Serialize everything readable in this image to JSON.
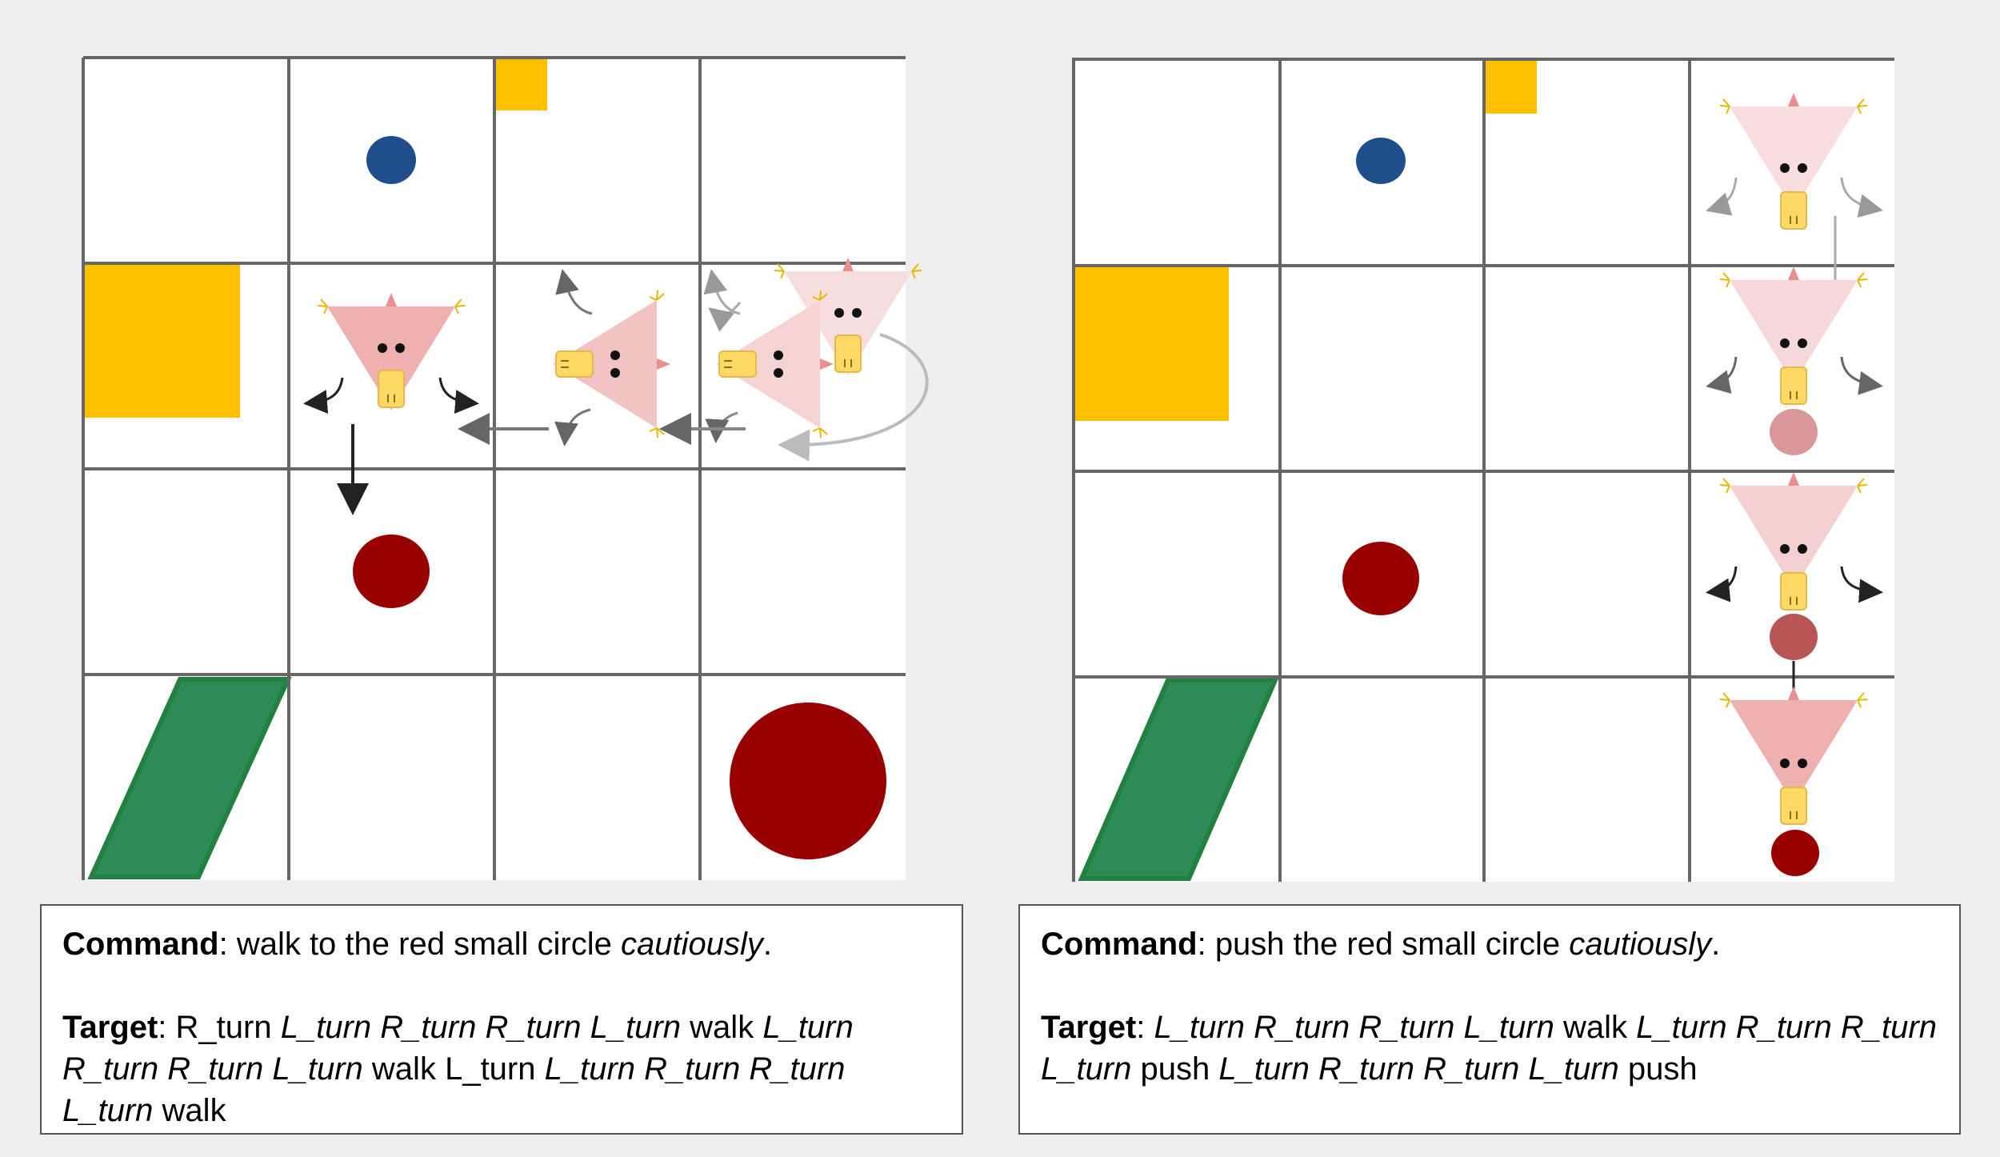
{
  "colors": {
    "background": "#efefef",
    "grid_line": "#666666",
    "yellow": "#ffc000",
    "blue": "#1f4e8c",
    "red": "#990000",
    "green": "#2e8b57",
    "agent_pink": "#efb0b0",
    "agent_faded": "#f6d8d8",
    "beak": "#ffd966"
  },
  "panels": [
    {
      "name": "left",
      "command": {
        "label": "Command",
        "text": "walk to the red small circle ",
        "adverb": "cautiously",
        "end": "."
      },
      "target": {
        "label": "Target",
        "tokens": [
          {
            "t": "R_turn",
            "i": false
          },
          {
            "t": "L_turn",
            "i": true
          },
          {
            "t": "R_turn",
            "i": true
          },
          {
            "t": "R_turn",
            "i": true
          },
          {
            "t": "L_turn",
            "i": true
          },
          {
            "t": "walk",
            "i": false
          },
          {
            "t": "L_turn",
            "i": true
          },
          {
            "t": "R_turn",
            "i": true
          },
          {
            "t": "R_turn",
            "i": true
          },
          {
            "t": "L_turn",
            "i": true
          },
          {
            "t": "walk",
            "i": false
          },
          {
            "t": "L_turn",
            "i": false
          },
          {
            "t": "L_turn",
            "i": true
          },
          {
            "t": "R_turn",
            "i": true
          },
          {
            "t": "R_turn",
            "i": true
          },
          {
            "t": "L_turn",
            "i": true
          },
          {
            "t": "walk",
            "i": false
          }
        ]
      }
    },
    {
      "name": "right",
      "command": {
        "label": "Command",
        "text": "push the red small circle ",
        "adverb": "cautiously",
        "end": "."
      },
      "target": {
        "label": "Target",
        "tokens": [
          {
            "t": "L_turn",
            "i": true
          },
          {
            "t": "R_turn",
            "i": true
          },
          {
            "t": "R_turn",
            "i": true
          },
          {
            "t": "L_turn",
            "i": true
          },
          {
            "t": "walk",
            "i": false
          },
          {
            "t": "L_turn",
            "i": true
          },
          {
            "t": "R_turn",
            "i": true
          },
          {
            "t": "R_turn",
            "i": true
          },
          {
            "t": "L_turn",
            "i": true
          },
          {
            "t": "push",
            "i": false
          },
          {
            "t": "L_turn",
            "i": true
          },
          {
            "t": "R_turn",
            "i": true
          },
          {
            "t": "R_turn",
            "i": true
          },
          {
            "t": "L_turn",
            "i": true
          },
          {
            "t": "push",
            "i": false
          }
        ]
      }
    }
  ]
}
